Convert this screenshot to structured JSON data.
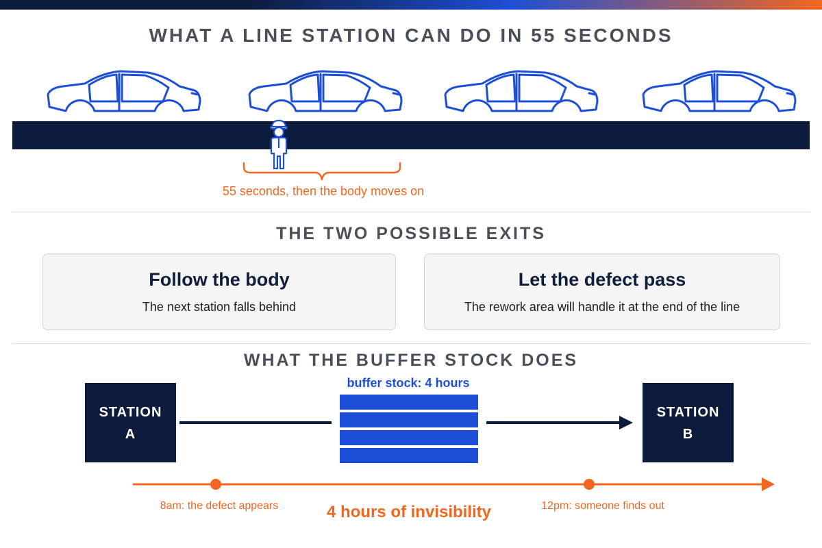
{
  "top": {
    "title": "WHAT A LINE STATION CAN DO IN 55 SECONDS",
    "cycle_label": "55 seconds, then the body moves on",
    "icons": [
      "car-body-icon",
      "worker-icon"
    ]
  },
  "exits": {
    "title": "THE TWO POSSIBLE EXITS",
    "cards": [
      {
        "title": "Follow the body",
        "text": "The next station falls behind"
      },
      {
        "title": "Let the defect pass",
        "text": "The rework area will handle it at the end of the line"
      }
    ]
  },
  "buffer": {
    "title": "WHAT THE BUFFER STOCK DOES",
    "station_a": {
      "line1": "STATION",
      "line2": "A"
    },
    "station_b": {
      "line1": "STATION",
      "line2": "B"
    },
    "label": "buffer stock: 4 hours"
  },
  "timeline": {
    "start_event": "8am: the defect appears",
    "end_event": "12pm: someone finds out",
    "gap_label": "4 hours of invisibility"
  },
  "colors": {
    "navy": "#0d1c3d",
    "blue": "#1d4fd6",
    "orange": "#f3661f",
    "gray_text": "#4a4f5a"
  }
}
